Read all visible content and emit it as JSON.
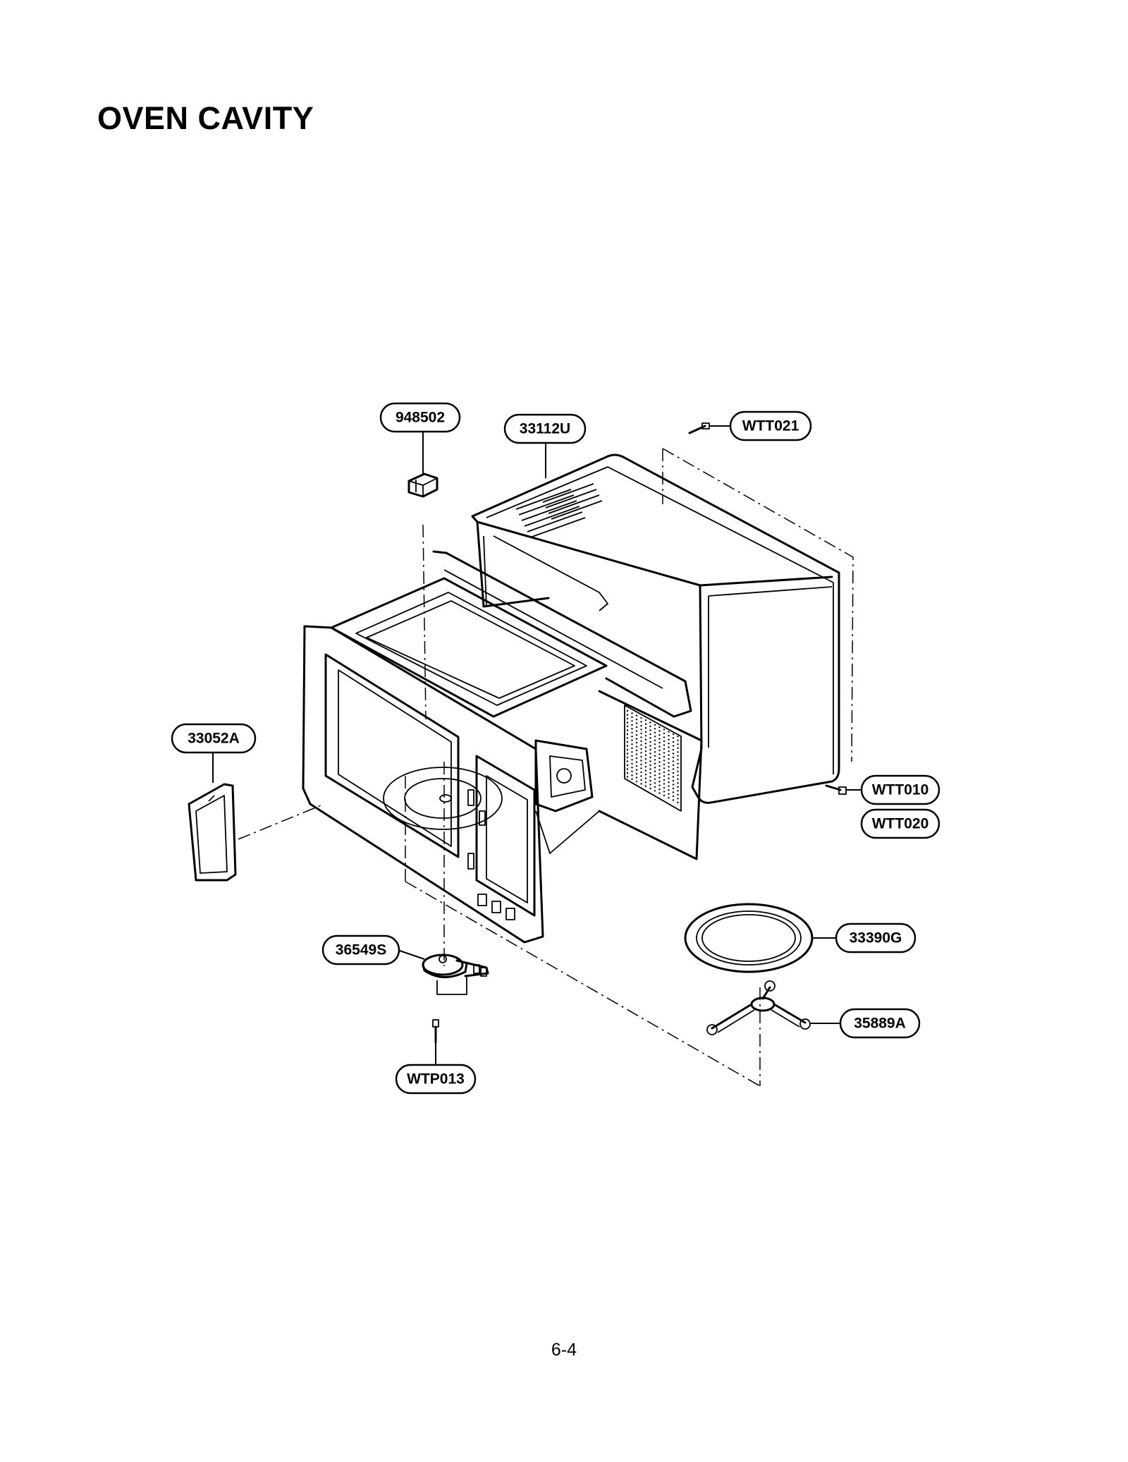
{
  "page_title": "OVEN CAVITY",
  "page_number": "6-4",
  "callouts": [
    {
      "id": "948502",
      "label": "948502"
    },
    {
      "id": "33112U",
      "label": "33112U"
    },
    {
      "id": "WTT021",
      "label": "WTT021"
    },
    {
      "id": "33052A",
      "label": "33052A"
    },
    {
      "id": "WTT010",
      "label": "WTT010"
    },
    {
      "id": "WTT020",
      "label": "WTT020"
    },
    {
      "id": "33390G",
      "label": "33390G"
    },
    {
      "id": "36549S",
      "label": "36549S"
    },
    {
      "id": "35889A",
      "label": "35889A"
    },
    {
      "id": "WTP013",
      "label": "WTP013"
    }
  ]
}
